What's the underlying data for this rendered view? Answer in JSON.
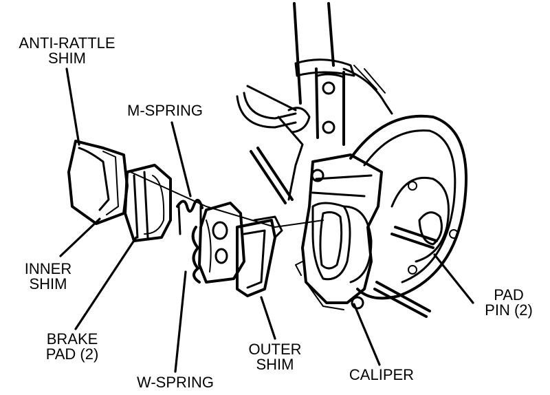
{
  "labels": {
    "anti_rattle_shim": {
      "line1": "ANTI-RATTLE",
      "line2": "SHIM"
    },
    "m_spring": {
      "line1": "M-SPRING"
    },
    "inner_shim": {
      "line1": "INNER",
      "line2": "SHIM"
    },
    "brake_pad": {
      "line1": "BRAKE",
      "line2": "PAD (2)"
    },
    "w_spring": {
      "line1": "W-SPRING"
    },
    "outer_shim": {
      "line1": "OUTER",
      "line2": "SHIM"
    },
    "caliper": {
      "line1": "CALIPER"
    },
    "pad_pin": {
      "line1": "PAD",
      "line2": "PIN (2)"
    }
  },
  "colors": {
    "ink": "#000000",
    "background": "#ffffff"
  }
}
